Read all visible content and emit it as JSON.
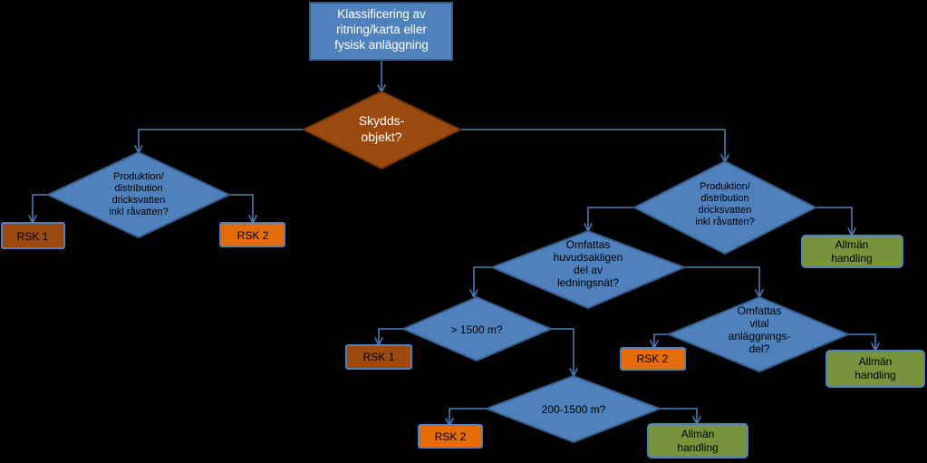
{
  "colors": {
    "background": "#000000",
    "blue_fill": "#4f81bd",
    "blue_border": "#385d8a",
    "brown_fill": "#9c4a0f",
    "orange_fill": "#e46c0a",
    "green_fill": "#77933c",
    "green_border": "#4f6228",
    "connector": "#4f81bd",
    "text_light": "#ffffff",
    "text_dark": "#000000"
  },
  "nodes": {
    "start": {
      "lines": [
        "Klassificering av",
        "ritning/karta eller",
        "fysisk anläggning"
      ]
    },
    "skydd": {
      "lines": [
        "Skydds-",
        "objekt?"
      ]
    },
    "prod_left": {
      "lines": [
        "Produktion/",
        "distribution",
        "dricksvatten",
        "inkl råvatten?"
      ]
    },
    "rsk1_top": {
      "lines": [
        "RSK 1"
      ]
    },
    "rsk2_top": {
      "lines": [
        "RSK 2"
      ]
    },
    "prod_right": {
      "lines": [
        "Produktion/",
        "distribution",
        "dricksvatten",
        "inkl råvatten?"
      ]
    },
    "allman_1": {
      "lines": [
        "Allmän",
        "handling"
      ]
    },
    "huvud": {
      "lines": [
        "Omfattas",
        "huvudsakligen",
        "del av",
        "ledningsnät?"
      ]
    },
    "gt1500": {
      "lines": [
        "> 1500 m?"
      ]
    },
    "rsk1_mid": {
      "lines": [
        "RSK 1"
      ]
    },
    "range": {
      "lines": [
        "200-1500 m?"
      ]
    },
    "rsk2_bottom": {
      "lines": [
        "RSK 2"
      ]
    },
    "allman_3": {
      "lines": [
        "Allmän",
        "handling"
      ]
    },
    "vital": {
      "lines": [
        "Omfattas",
        "vital",
        "anläggnings-",
        "del?"
      ]
    },
    "rsk2_mid": {
      "lines": [
        "RSK 2"
      ]
    },
    "allman_2": {
      "lines": [
        "Allmän",
        "handling"
      ]
    }
  }
}
